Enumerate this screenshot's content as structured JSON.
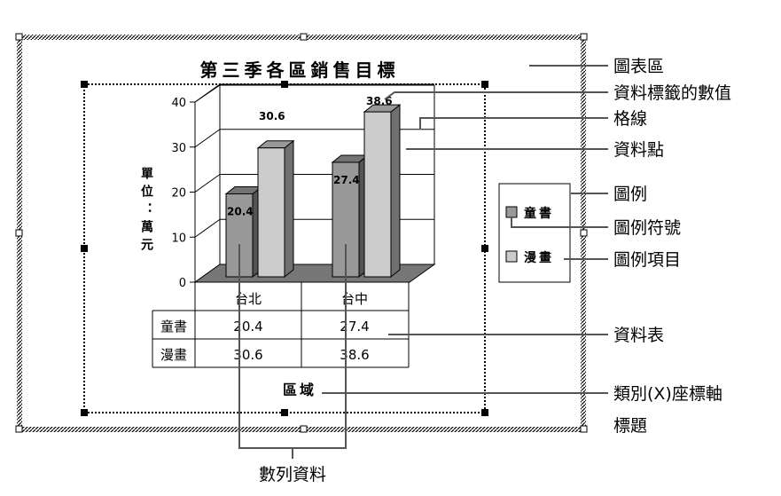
{
  "chart_data": {
    "type": "bar",
    "title": "第三季各區銷售目標",
    "xlabel": "區域",
    "ylabel": "單位：萬元",
    "categories": [
      "台北",
      "台中"
    ],
    "series": [
      {
        "name": "童書",
        "values": [
          20.4,
          27.4
        ],
        "color": "#999999"
      },
      {
        "name": "漫畫",
        "values": [
          30.6,
          38.6
        ],
        "color": "#cccccc"
      }
    ],
    "yticks": [
      "0",
      "10",
      "20",
      "30",
      "40"
    ],
    "ylim": [
      0,
      40
    ],
    "grid": true,
    "legend_position": "right",
    "data_table": {
      "header": [
        "",
        "台北",
        "台中"
      ],
      "rows": [
        [
          "童書",
          "20.4",
          "27.4"
        ],
        [
          "漫畫",
          "30.6",
          "38.6"
        ]
      ]
    }
  },
  "annotations": {
    "chart_area": "圖表區",
    "data_label_value": "資料標籤的數值",
    "gridlines": "格線",
    "data_point": "資料點",
    "legend": "圖例",
    "legend_symbol": "圖例符號",
    "legend_entry": "圖例項目",
    "data_table": "資料表",
    "category_axis_title_line1": "類別(X)座標軸",
    "category_axis_title_line2": "標題",
    "data_series": "數列資料"
  }
}
